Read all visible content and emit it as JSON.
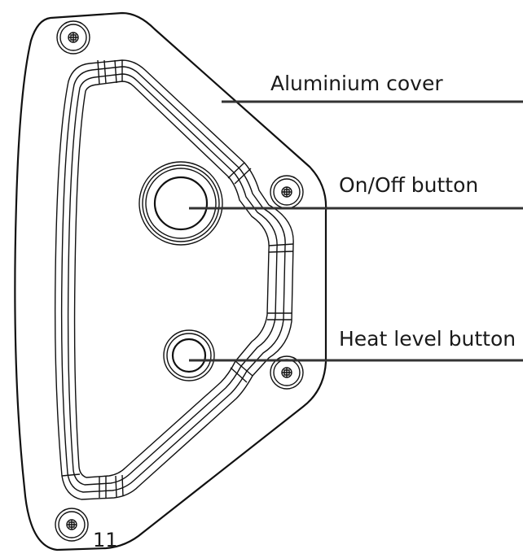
{
  "labels": {
    "cover": "Aluminium cover",
    "on_off": "On/Off button",
    "heat_level": "Heat level button"
  },
  "figure_number": "11",
  "icons": {
    "screw": "phillips-screw-icon"
  }
}
